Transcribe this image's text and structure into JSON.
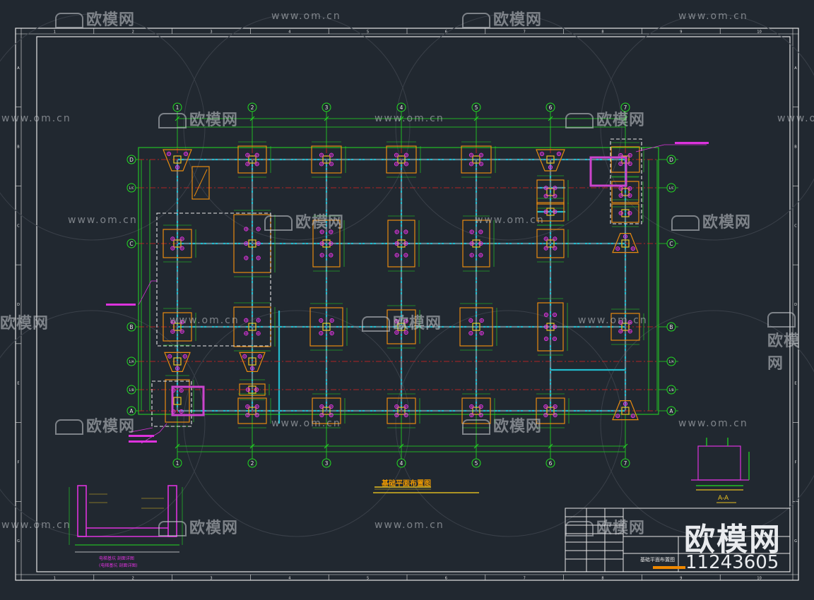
{
  "watermark": {
    "brand_cn": "欧模网",
    "url": "www.om.cn",
    "big_brand": "欧模网",
    "id_number": "11243605"
  },
  "drawing": {
    "plan_title": "基础平面布置图",
    "section_label": "A-A",
    "detail_title_line1": "电梯基坑 剖面详图",
    "detail_title_line2": "(电梯基坑 剖面详图)",
    "titleblock_drawing_name": "基础平面布置图"
  },
  "axes": {
    "columns": [
      "1",
      "2",
      "3",
      "4",
      "5",
      "6",
      "7"
    ],
    "rows": [
      "D",
      "1/C",
      "C",
      "B",
      "1/A",
      "1/B",
      "A"
    ]
  },
  "frame_numbers": {
    "top": [
      "1",
      "2",
      "3",
      "4",
      "5",
      "6",
      "7",
      "8",
      "9",
      "10"
    ],
    "side": [
      "A",
      "B",
      "C",
      "D",
      "E",
      "F",
      "G"
    ]
  },
  "colors": {
    "background": "#212830",
    "frame": "#e6e6e6",
    "grid_green": "#22dd22",
    "axis_red": "#dd2222",
    "footing_orange": "#e88a10",
    "pile_magenta": "#dd33dd",
    "beam_cyan": "#22bbcc",
    "dashed_white": "#e6e6e6",
    "highlight_magenta": "#cc44cc",
    "title_orange": "#ee8800"
  }
}
